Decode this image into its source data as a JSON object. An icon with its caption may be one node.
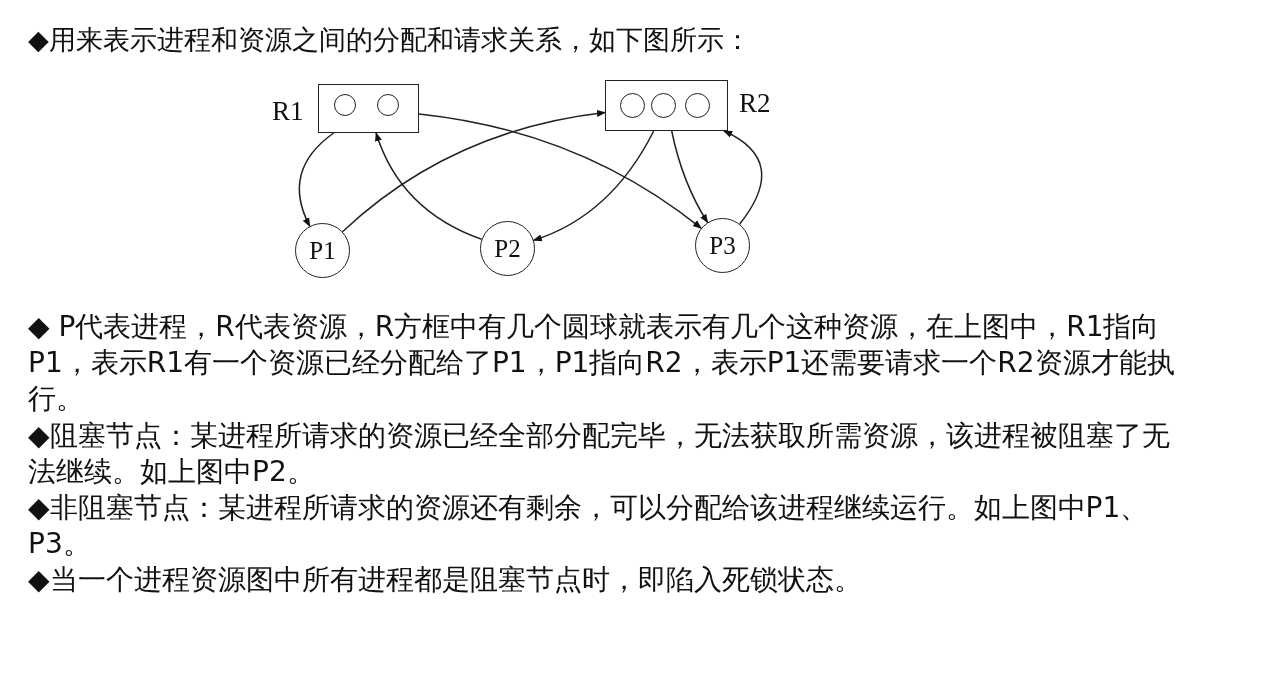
{
  "diagram": {
    "nodes": [
      {
        "text": [
          "R1"
        ]
      },
      {
        "text": [],
        "shape": "circle",
        "in": 0
      },
      {
        "text": [],
        "shape": "circle",
        "in": 0
      },
      {
        "text": [
          "R2"
        ]
      },
      {
        "text": [],
        "shape": "circle",
        "in": 3
      },
      {
        "text": [],
        "shape": "circle",
        "in": 3
      },
      {
        "text": [],
        "shape": "circle",
        "in": 3
      },
      {
        "text": [
          "P1"
        ]
      },
      {
        "text": [
          "P2"
        ]
      },
      {
        "text": [
          "P3"
        ]
      }
    ],
    "edges": [
      {
        "from": 0,
        "to": 7,
        "arrow": "to"
      },
      {
        "from": 7,
        "to": 3,
        "arrow": "to"
      },
      {
        "from": 0,
        "to": 9,
        "arrow": "to"
      },
      {
        "from": 8,
        "to": 0,
        "arrow": "to"
      },
      {
        "from": 3,
        "to": 8,
        "arrow": "to"
      },
      {
        "from": 3,
        "to": 9,
        "arrow": "to"
      },
      {
        "from": 9,
        "to": 3,
        "arrow": "to"
      }
    ],
    "labels": [
      "◆用来表示进程和资源之间的分配和请求关系，如下图所示：",
      "◆ P代表进程，R代表资源，R方框中有几个圆球就表示有几个这种资源，在上图中，R1指向P1，表示R1有一个资源已经分配给了P1，P1指向R2，表示P1还需要请求一个R2资源才能执行。",
      "◆阻塞节点：某进程所请求的资源已经全部分配完毕，无法获取所需资源，该进程被阻塞了无法继续。如上图中P2。",
      "◆非阻塞节点：某进程所请求的资源还有剩余，可以分配给该进程继续运行。如上图中P1、P3。",
      "◆当一个进程资源图中所有进程都是阻塞节点时，即陷入死锁状态。"
    ]
  }
}
